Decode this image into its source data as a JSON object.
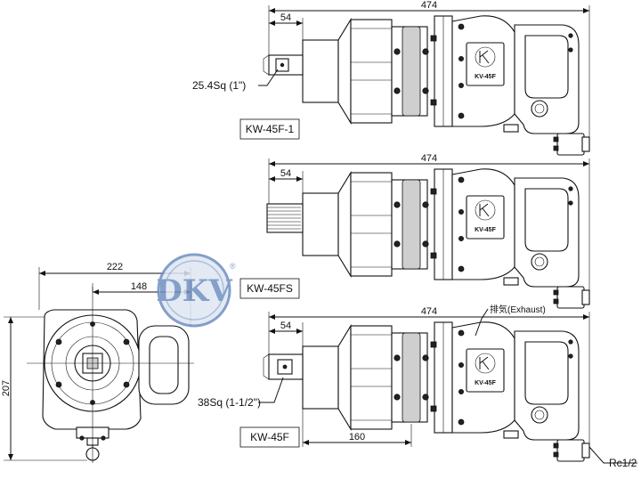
{
  "drawing": {
    "overall_length": "474",
    "front_offset": "54",
    "front_width": "222",
    "center_offset": "148",
    "height": "207",
    "barrel_length": "160",
    "exhaust_label": "排気(Exhaust)",
    "inlet_label": "Rc1/2",
    "brand_mark": "KV-45F"
  },
  "models": [
    {
      "name": "KW-45F-1",
      "anvil": "25.4Sq (1\")"
    },
    {
      "name": "KW-45FS",
      "anvil": ""
    },
    {
      "name": "KW-45F",
      "anvil": "38Sq (1-1/2\")"
    }
  ],
  "logo": {
    "text": "DKV",
    "registered": "®",
    "color": "#6f8fc0"
  }
}
